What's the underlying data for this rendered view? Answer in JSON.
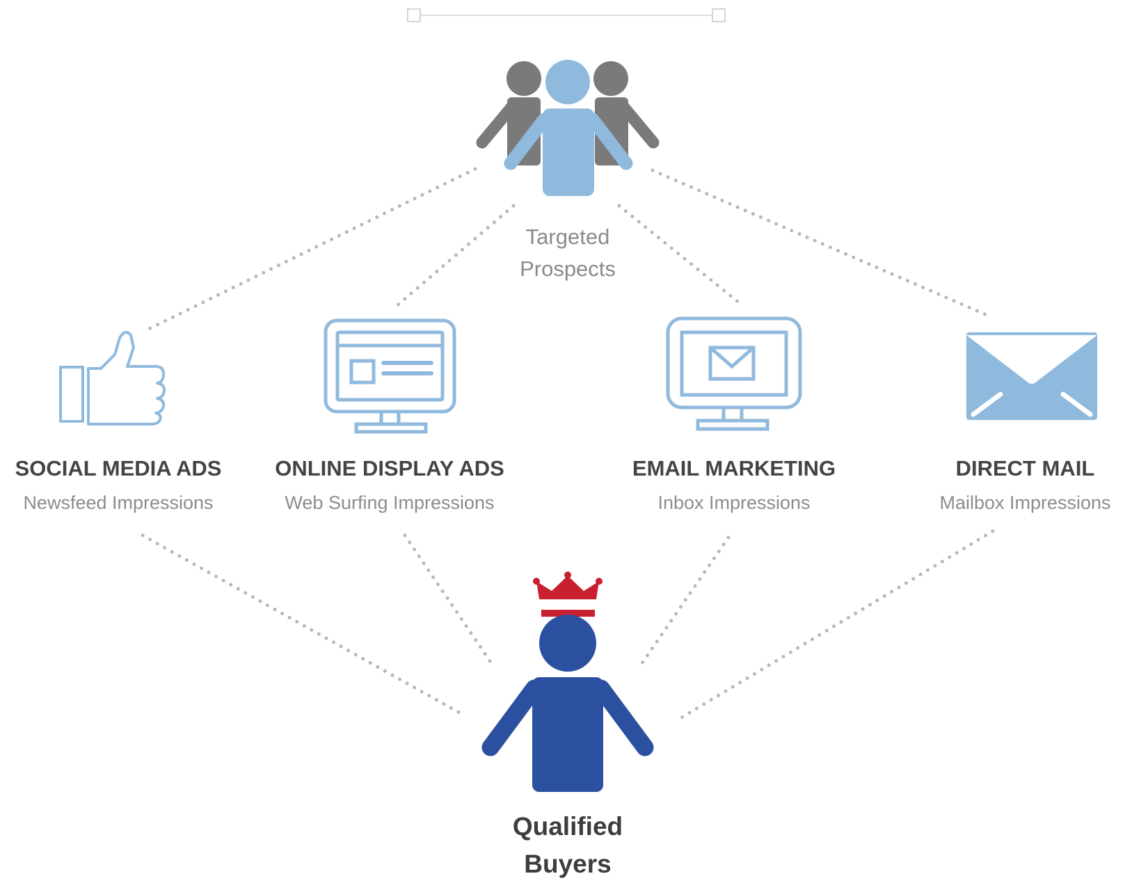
{
  "top_node": {
    "caption_line1": "Targeted",
    "caption_line2": "Prospects",
    "icon": "group-icon"
  },
  "channels": [
    {
      "title": "SOCIAL MEDIA ADS",
      "subtitle": "Newsfeed Impressions",
      "icon": "thumbs-up-icon"
    },
    {
      "title": "ONLINE DISPLAY ADS",
      "subtitle": "Web Surfing Impressions",
      "icon": "monitor-webpage-icon"
    },
    {
      "title": "EMAIL MARKETING",
      "subtitle": "Inbox Impressions",
      "icon": "monitor-email-icon"
    },
    {
      "title": "DIRECT MAIL",
      "subtitle": "Mailbox Impressions",
      "icon": "envelope-icon"
    }
  ],
  "bottom_node": {
    "caption_line1": "Qualified",
    "caption_line2": "Buyers",
    "icon": "crowned-person-icon"
  },
  "colors": {
    "light_blue": "#8fbade",
    "dark_blue": "#2c50a0",
    "gray_person": "#7a7a7a",
    "crown_red": "#c8202f",
    "dots": "#b8b8b8"
  }
}
